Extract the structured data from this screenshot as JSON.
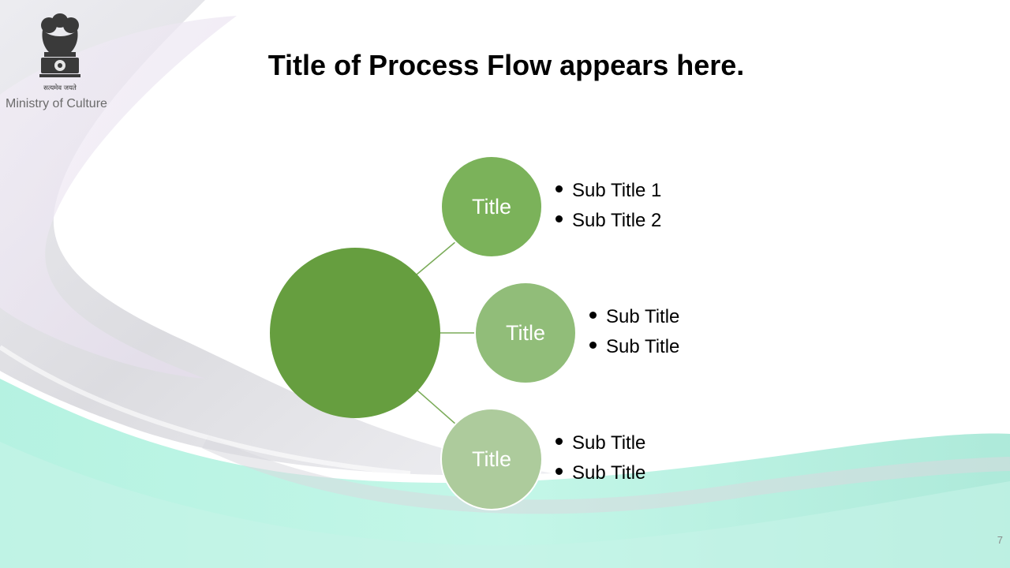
{
  "header": {
    "emblem_motto": "सत्यमेव जयते",
    "ministry": "Ministry of Culture"
  },
  "slide": {
    "title": "Title of Process Flow appears here.",
    "page_number": "7"
  },
  "diagram": {
    "hub_color": "#669e3f",
    "connector_color": "#7aab58",
    "nodes": [
      {
        "label": "Title",
        "color": "#7bb25a",
        "bullets": [
          "Sub Title 1",
          "Sub Title 2"
        ]
      },
      {
        "label": "Title",
        "color": "#91bd79",
        "bullets": [
          "Sub Title",
          "Sub Title"
        ]
      },
      {
        "label": "Title",
        "color": "#adcb9c",
        "bullets": [
          "Sub Title",
          "Sub Title"
        ]
      }
    ]
  }
}
